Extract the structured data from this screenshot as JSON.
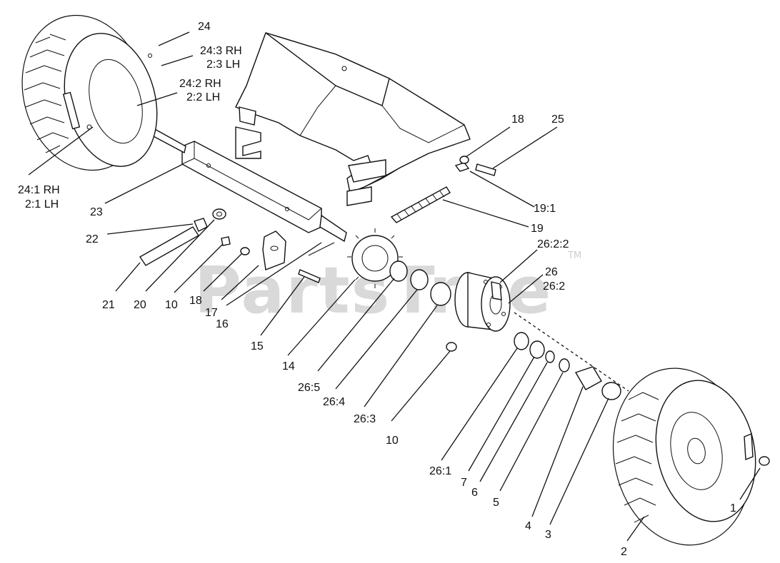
{
  "watermark": {
    "text": "PartsTree",
    "tm": "TM"
  },
  "callouts": [
    {
      "id": "c24",
      "lines": [
        "24"
      ]
    },
    {
      "id": "c24-3",
      "lines": [
        "24:3 RH",
        "2:3 LH"
      ]
    },
    {
      "id": "c24-2",
      "lines": [
        "24:2 RH",
        "2:2 LH"
      ]
    },
    {
      "id": "c24-1",
      "lines": [
        "24:1 RH",
        "2:1 LH"
      ]
    },
    {
      "id": "c23",
      "lines": [
        "23"
      ]
    },
    {
      "id": "c22",
      "lines": [
        "22"
      ]
    },
    {
      "id": "c21",
      "lines": [
        "21"
      ]
    },
    {
      "id": "c20",
      "lines": [
        "20"
      ]
    },
    {
      "id": "c10a",
      "lines": [
        "10"
      ]
    },
    {
      "id": "c18a",
      "lines": [
        "18"
      ]
    },
    {
      "id": "c17",
      "lines": [
        "17"
      ]
    },
    {
      "id": "c16",
      "lines": [
        "16"
      ]
    },
    {
      "id": "c15",
      "lines": [
        "15"
      ]
    },
    {
      "id": "c14",
      "lines": [
        "14"
      ]
    },
    {
      "id": "c26-5",
      "lines": [
        "26:5"
      ]
    },
    {
      "id": "c26-4",
      "lines": [
        "26:4"
      ]
    },
    {
      "id": "c26-3",
      "lines": [
        "26:3"
      ]
    },
    {
      "id": "c10b",
      "lines": [
        "10"
      ]
    },
    {
      "id": "c26-1",
      "lines": [
        "26:1"
      ]
    },
    {
      "id": "c7",
      "lines": [
        "7"
      ]
    },
    {
      "id": "c6",
      "lines": [
        "6"
      ]
    },
    {
      "id": "c5",
      "lines": [
        "5"
      ]
    },
    {
      "id": "c4",
      "lines": [
        "4"
      ]
    },
    {
      "id": "c3",
      "lines": [
        "3"
      ]
    },
    {
      "id": "c2",
      "lines": [
        "2"
      ]
    },
    {
      "id": "c1",
      "lines": [
        "1"
      ]
    },
    {
      "id": "c18b",
      "lines": [
        "18"
      ]
    },
    {
      "id": "c25",
      "lines": [
        "25"
      ]
    },
    {
      "id": "c19-1",
      "lines": [
        "19:1"
      ]
    },
    {
      "id": "c19",
      "lines": [
        "19"
      ]
    },
    {
      "id": "c26-2-2",
      "lines": [
        "26:2:2"
      ]
    },
    {
      "id": "c26",
      "lines": [
        "26",
        "26:2"
      ]
    }
  ]
}
